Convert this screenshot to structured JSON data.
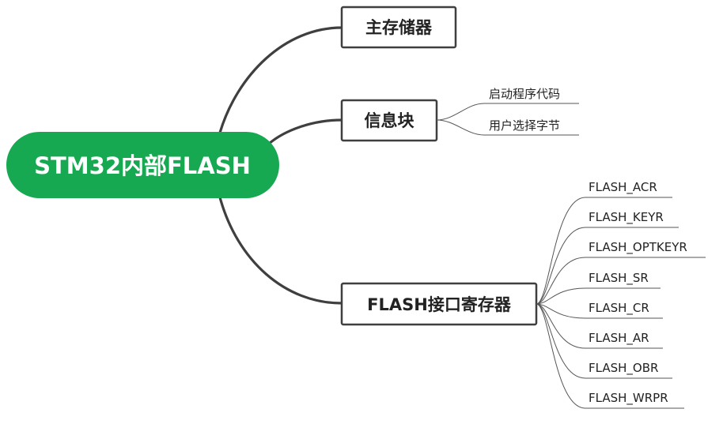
{
  "root": {
    "label": "STM32内部FLASH",
    "color": "#16a951"
  },
  "branches": [
    {
      "label": "主存储器",
      "children": []
    },
    {
      "label": "信息块",
      "children": [
        "启动程序代码",
        "用户选择字节"
      ]
    },
    {
      "label": "FLASH接口寄存器",
      "children": [
        "FLASH_ACR",
        "FLASH_KEYR",
        "FLASH_OPTKEYR",
        "FLASH_SR",
        "FLASH_CR",
        "FLASH_AR",
        "FLASH_OBR",
        "FLASH_WRPR"
      ]
    }
  ]
}
